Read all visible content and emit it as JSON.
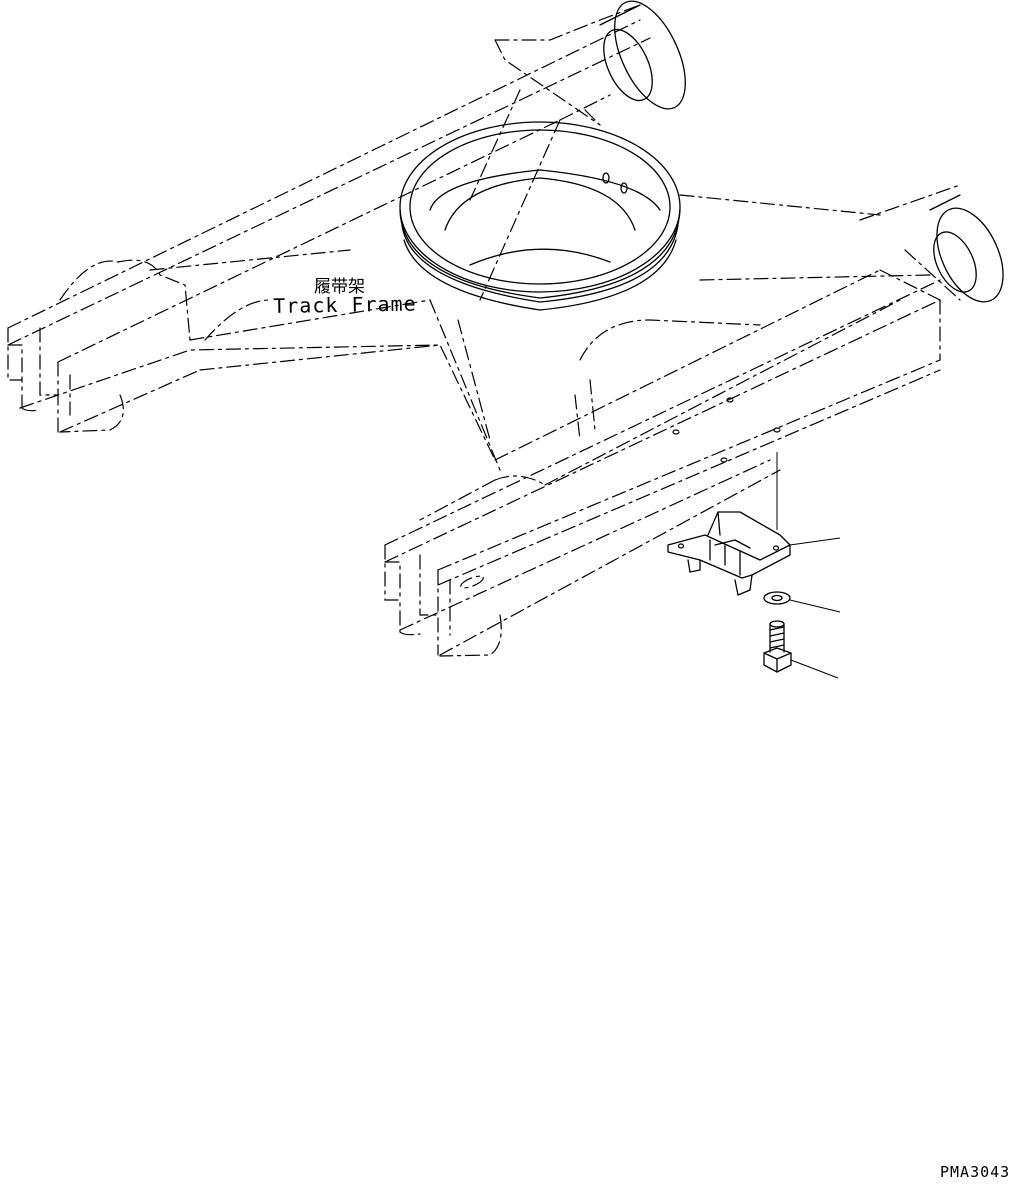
{
  "diagram": {
    "label_chinese": "履带架",
    "label_english": "Track Frame",
    "drawing_code": "PMA3043"
  }
}
